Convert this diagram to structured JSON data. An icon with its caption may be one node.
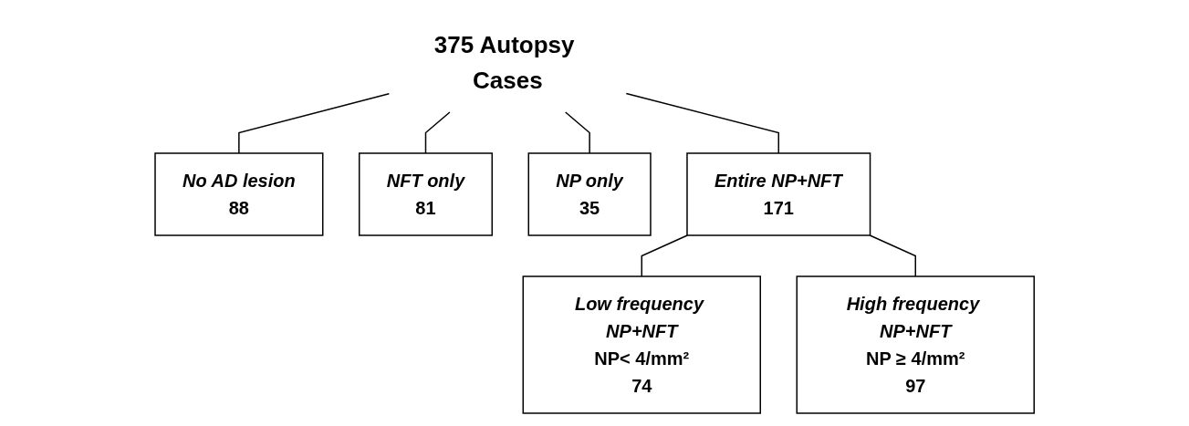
{
  "diagram": {
    "nodes": [
      {
        "text": [
          "375 Autopsy Cases"
        ]
      },
      {
        "text": [
          "No AD lesion",
          "88"
        ]
      },
      {
        "text": [
          "NFT only",
          "81"
        ]
      },
      {
        "text": [
          "NP only",
          "35"
        ]
      },
      {
        "text": [
          "Entire NP+NFT",
          "171"
        ]
      },
      {
        "text": [
          "Low frequency NP+NFT",
          "NP< 4/mm²",
          "74"
        ]
      },
      {
        "text": [
          "High frequency NP+NFT",
          "NP ≥ 4/mm²",
          "97"
        ]
      }
    ],
    "edges": [
      {
        "from": 0,
        "to": 1,
        "arrow": "none"
      },
      {
        "from": 0,
        "to": 2,
        "arrow": "none"
      },
      {
        "from": 0,
        "to": 3,
        "arrow": "none"
      },
      {
        "from": 0,
        "to": 4,
        "arrow": "none"
      },
      {
        "from": 4,
        "to": 5,
        "arrow": "none"
      },
      {
        "from": 4,
        "to": 6,
        "arrow": "none"
      }
    ]
  }
}
